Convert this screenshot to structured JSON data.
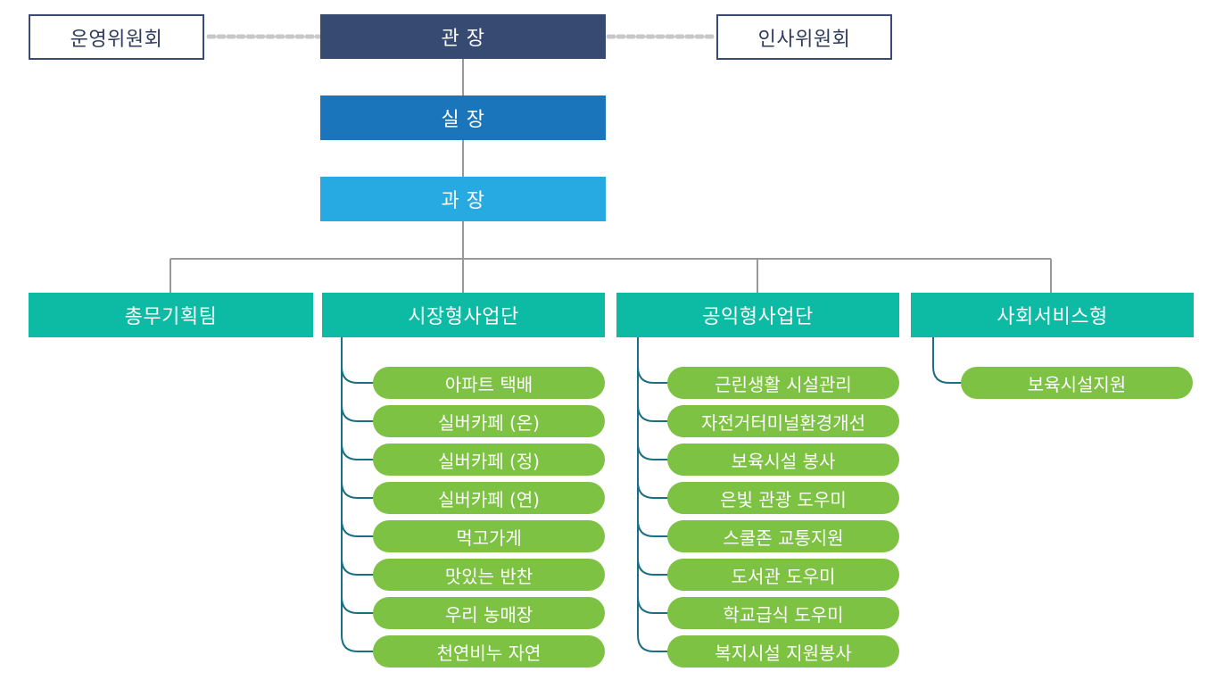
{
  "committees": {
    "left": "운영위원회",
    "right": "인사위원회"
  },
  "hierarchy": [
    {
      "id": "director",
      "label": "관 장",
      "color": "#374a72"
    },
    {
      "id": "chief",
      "label": "실 장",
      "color": "#1a75bb"
    },
    {
      "id": "manager",
      "label": "과 장",
      "color": "#27aae1"
    }
  ],
  "colors": {
    "line": "#999999",
    "committee_border": "#3a4a72",
    "dots": "#c8c8c8",
    "team": "#0dbba4",
    "pill": "#7dc242",
    "branch": "#1a6f85"
  },
  "teams": [
    {
      "id": "general",
      "label": "총무기획팀",
      "items": []
    },
    {
      "id": "market",
      "label": "시장형사업단",
      "items": [
        "아파트 택배",
        "실버카페 (온)",
        "실버카페 (정)",
        "실버카페 (연)",
        "먹고가게",
        "맛있는 반찬",
        "우리 농매장",
        "천연비누 자연"
      ]
    },
    {
      "id": "public",
      "label": "공익형사업단",
      "items": [
        "근린생활 시설관리",
        "자전거터미널환경개선",
        "보육시설 봉사",
        "은빛 관광 도우미",
        "스쿨존 교통지원",
        "도서관 도우미",
        "학교급식 도우미",
        "복지시설 지원봉사"
      ]
    },
    {
      "id": "social",
      "label": "사회서비스형",
      "items": [
        "보육시설지원"
      ]
    }
  ]
}
